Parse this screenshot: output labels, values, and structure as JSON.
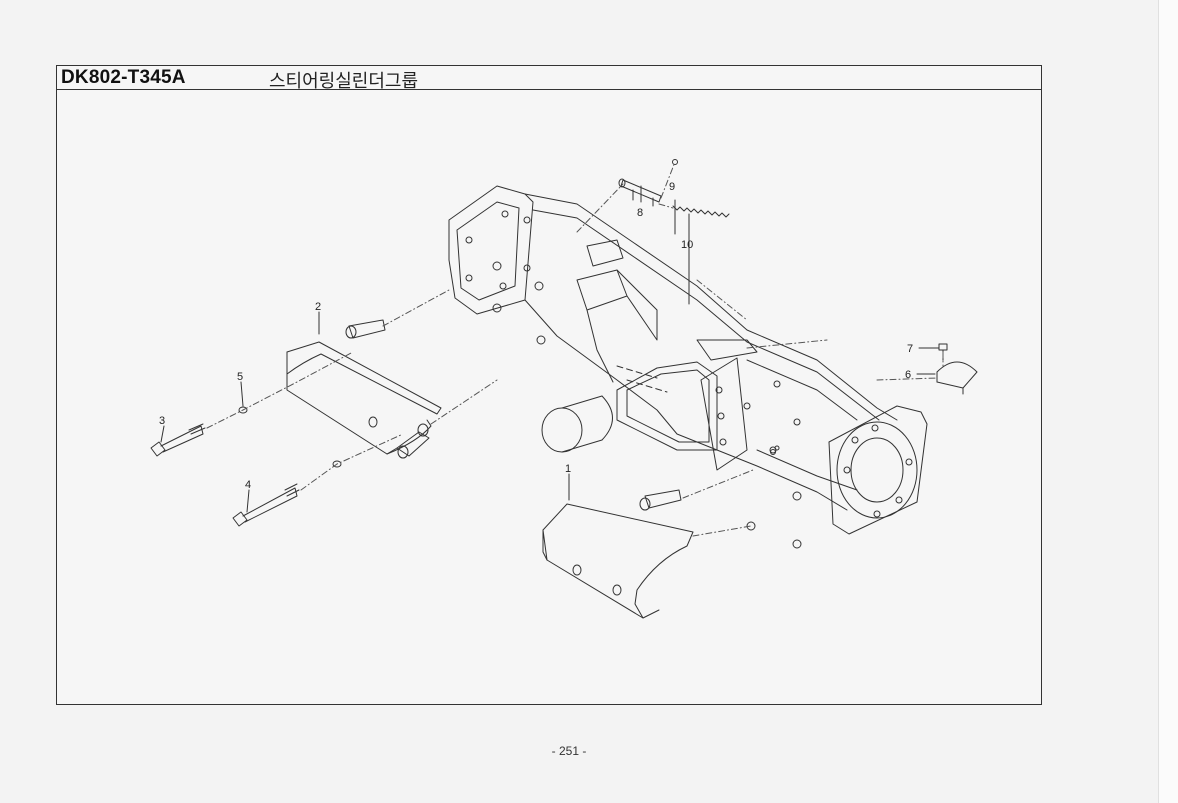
{
  "header": {
    "part_code": "DK802-T345A",
    "group_title": "스티어링실린더그룹"
  },
  "callouts": [
    "1",
    "2",
    "3",
    "4",
    "5",
    "6",
    "7",
    "8",
    "9",
    "10"
  ],
  "footer": {
    "page_number": "- 251 -"
  }
}
